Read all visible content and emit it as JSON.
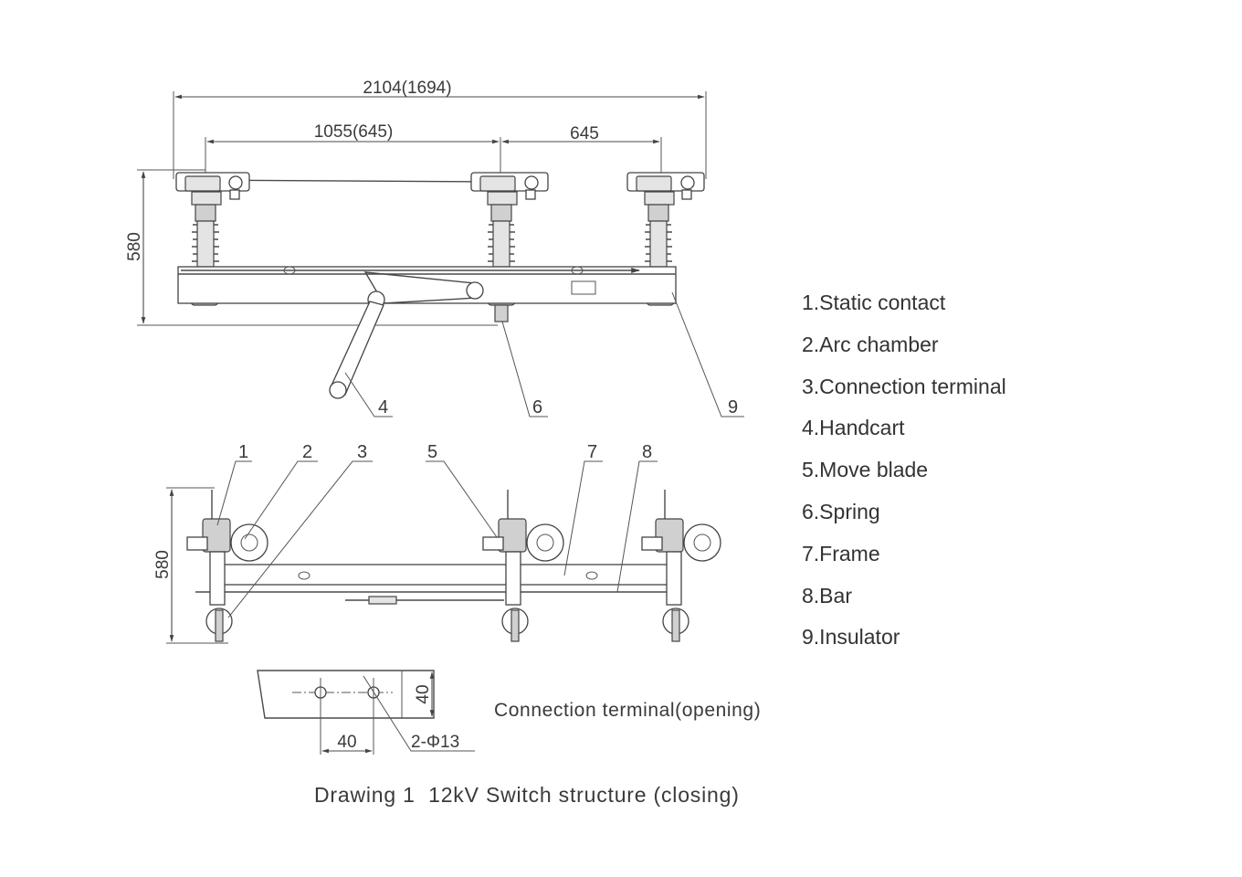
{
  "top_view": {
    "dim_overall": "2104(1694)",
    "dim_left_span": "1055(645)",
    "dim_right_span": "645",
    "dim_height": "580",
    "callouts": [
      "4",
      "6",
      "9"
    ]
  },
  "side_view": {
    "dim_height": "580",
    "callouts": [
      "1",
      "2",
      "3",
      "5",
      "7",
      "8"
    ]
  },
  "terminal_detail": {
    "dim_height": "40",
    "dim_width": "40",
    "hole_spec": "2-Φ13"
  },
  "legend": [
    "1.Static contact",
    "2.Arc chamber",
    "3.Connection terminal",
    "4.Handcart",
    "5.Move blade",
    "6.Spring",
    "7.Frame",
    "8.Bar",
    "9.Insulator"
  ],
  "terminal_caption": "Connection terminal(opening)",
  "main_caption": "Drawing 1  12kV Switch structure (closing)"
}
